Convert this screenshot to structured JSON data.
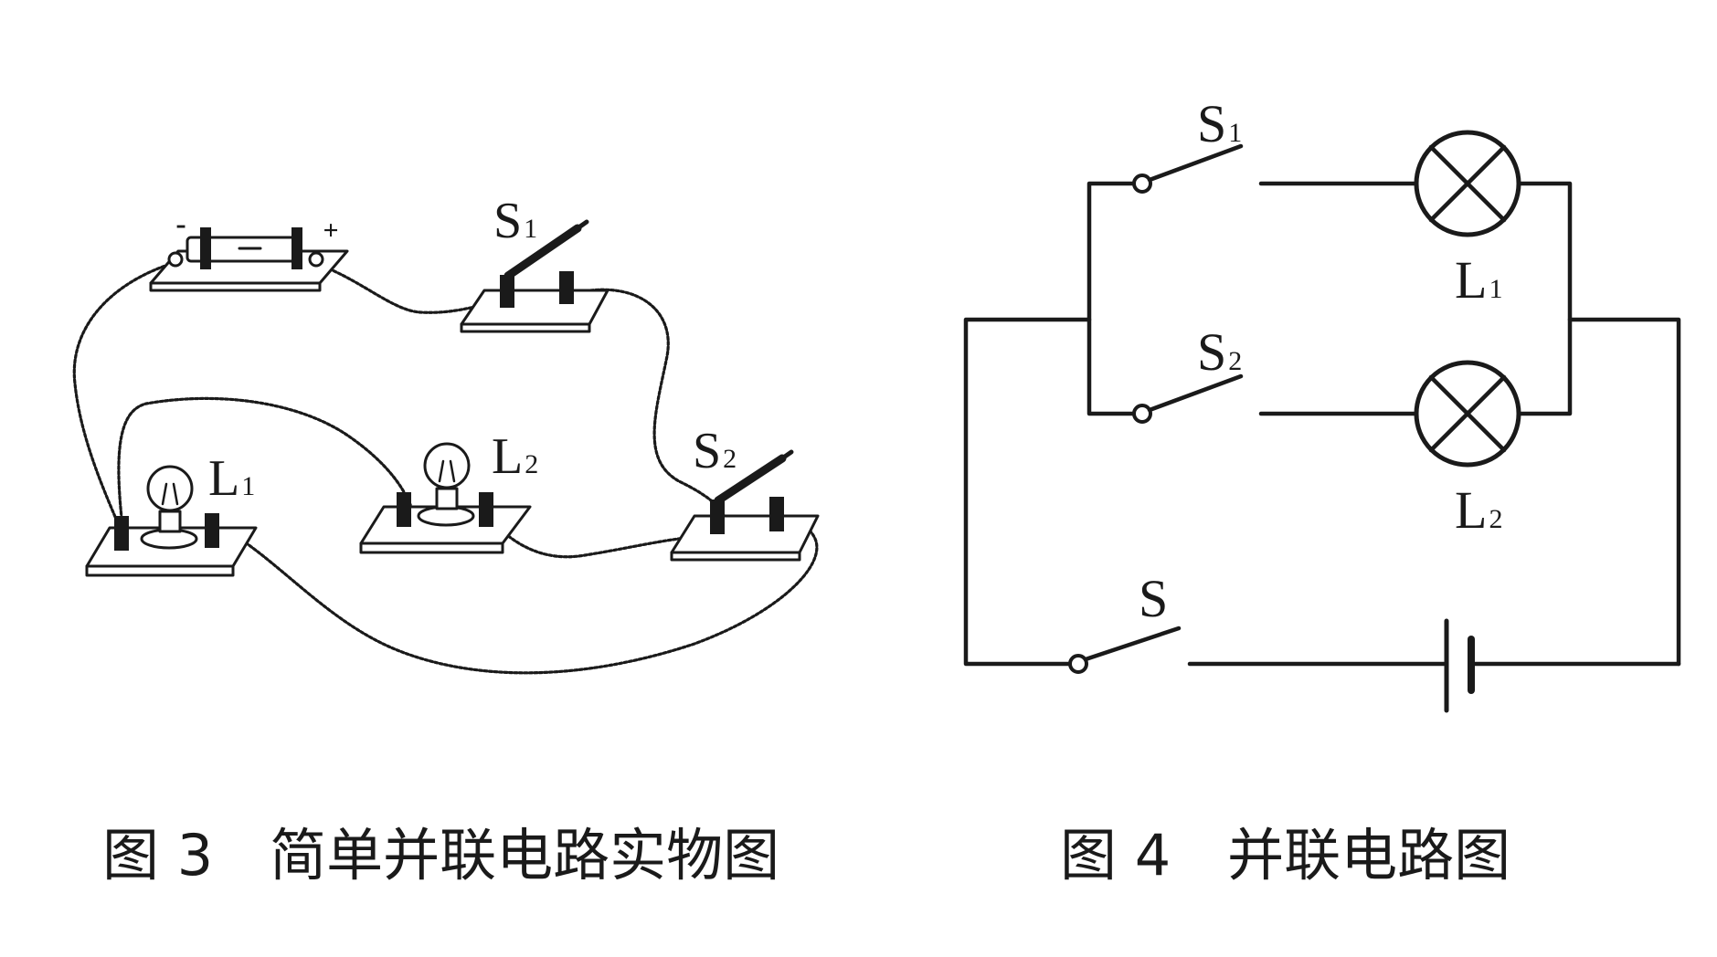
{
  "figure3": {
    "battery_minus": "-",
    "battery_plus": "+",
    "switch1": {
      "main": "S",
      "sub": "1"
    },
    "switch2": {
      "main": "S",
      "sub": "2"
    },
    "lamp1": {
      "main": "L",
      "sub": "1"
    },
    "lamp2": {
      "main": "L",
      "sub": "2"
    },
    "caption": "图 3　简单并联电路实物图"
  },
  "figure4": {
    "switch1": {
      "main": "S",
      "sub": "1"
    },
    "switch2": {
      "main": "S",
      "sub": "2"
    },
    "lamp1": {
      "main": "L",
      "sub": "1"
    },
    "lamp2": {
      "main": "L",
      "sub": "2"
    },
    "main_switch": "S",
    "caption": "图 4　并联电路图"
  },
  "colors": {
    "ink": "#1a1a1a",
    "background": "#ffffff"
  }
}
